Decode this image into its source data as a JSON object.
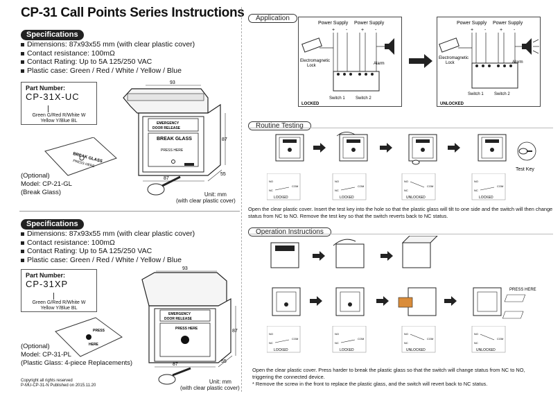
{
  "title": "CP-31 Call Points Series Instructions",
  "top": {
    "specifications_label": "Specifications",
    "specs": [
      "Dimensions: 87x93x55 mm (with clear plastic cover)",
      "Contact resistance: 100mΩ",
      "Contact Rating: Up to 5A 125/250 VAC",
      "Plastic case: Green / Red / White / Yellow / Blue"
    ],
    "part_number_label": "Part Number:",
    "part_number": "CP-31X-UC",
    "color_codes_line1": "Green G/Red R/White W",
    "color_codes_line2": "Yellow Y/Blue BL",
    "optional_line1": "(Optional)",
    "optional_line2": "Model: CP-21-GL",
    "optional_line3": "(Break Glass)",
    "dim_93": "93",
    "dim_87_side": "87",
    "dim_87_bottom": "87",
    "dim_55": "55",
    "unit_line1": "Unit: mm",
    "unit_line2": "(with clear plastic cover)",
    "device_label_line1": "EMERGENCY",
    "device_label_line2": "DOOR RELEASE",
    "device_break_glass": "BREAK GLASS",
    "device_press_here": "PRESS HERE",
    "glass_text_line1": "BREAK GLASS",
    "glass_text_line2": "PRESS HERE"
  },
  "bottom": {
    "specifications_label": "Specifications",
    "specs": [
      "Dimensions: 87x93x55 mm (with clear plastic cover)",
      "Contact resistance: 100mΩ",
      "Contact Rating: Up to 5A 125/250 VAC",
      "Plastic case: Green / Red / White / Yellow / Blue"
    ],
    "part_number_label": "Part Number:",
    "part_number": "CP-31XP",
    "color_codes_line1": "Green G/Red R/White W",
    "color_codes_line2": "Yellow Y/Blue BL",
    "optional_line1": "(Optional)",
    "optional_line2": "Model: CP-31-PL",
    "optional_line3": "(Plastic Glass: 4-piece Replacements)",
    "dim_93": "93",
    "dim_87_side": "87",
    "dim_87_bottom": "87",
    "dim_55": "55",
    "unit_line1": "Unit: mm",
    "unit_line2": "(with clear plastic cover)",
    "device_label_line1": "EMERGENCY",
    "device_label_line2": "DOOR RELEASE",
    "device_press_here": "PRESS HERE",
    "glass_text_line1": "PRESS",
    "glass_text_line2": "HERE"
  },
  "copyright_line1": "Copyright all rights reserved",
  "copyright_line2": "P-MU-CP-31-N Published on 2015.11.20",
  "application": {
    "label": "Application",
    "power_supply": "Power Supply",
    "em_lock_line1": "Electromagnetic",
    "em_lock_line2": "Lock",
    "alarm": "Alarm",
    "switch1": "Switch 1",
    "switch2": "Switch 2",
    "locked": "LOCKED",
    "unlocked": "UNLOCKED",
    "plus": "+",
    "minus": "-"
  },
  "routine": {
    "label": "Routine Testing",
    "test_key": "Test Key",
    "state_locked": "LOCKED",
    "state_unlocked": "UNLOCKED",
    "nc": "NC",
    "no": "NO",
    "com": "COM",
    "paragraph": "Open the clear plastic cover. Insert the test key into the hole so that the plastic glass will tilt to one side and the switch will then change status from NC to NO. Remove the test key so that the switch reverts back to NC status."
  },
  "operation": {
    "label": "Operation Instructions",
    "press_here": "PRESS HERE",
    "state_locked": "LOCKED",
    "state_unlocked": "UNLOCKED",
    "nc": "NC",
    "no": "NO",
    "com": "COM",
    "paragraph1": "Open the clear plastic cover. Press harder to break the plastic glass so that the switch will change status from NC to NO,",
    "paragraph2": "triggering the connected device.",
    "paragraph3": "* Remove the screw in the front to replace the plastic glass, and the switch will revert back to NC status."
  }
}
